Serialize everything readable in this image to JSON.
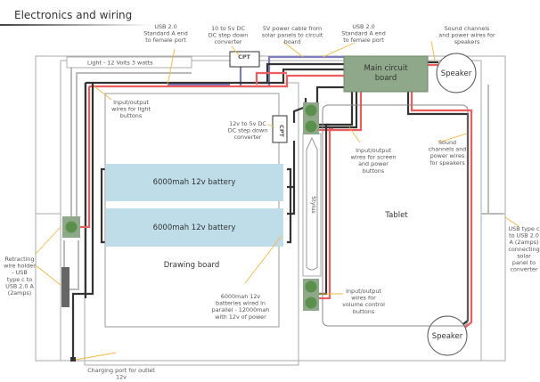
{
  "title": "Electronics and wiring",
  "colors": {
    "wire_black": "#333333",
    "wire_red": "#ee5d5d",
    "wire_blue": "#7c7cc0",
    "battery": "#bfdde8",
    "circuit_board": "#8fa88a",
    "button": "#5b8f4c",
    "leader": "#f4b73f"
  },
  "components": {
    "light": "Light - 12 Volts 3 watts",
    "main_board": [
      "Main circuit",
      "board"
    ],
    "speaker_top": "Speaker",
    "speaker_bottom": "Speaker",
    "battery_1": "6000mah 12v battery",
    "battery_2": "6000mah 12v battery",
    "drawing_board": "Drawing board",
    "tablet": "Tablet",
    "stylus": "Stylus",
    "converter_top": "CPT",
    "converter_side": "CPT"
  },
  "labels": {
    "usb_left": [
      "USB 2.0",
      "Standard A end",
      "to female port"
    ],
    "converter_10_5": [
      "10 to 5v DC",
      "DC step down",
      "converter"
    ],
    "solar_cable": [
      "5V power cable from",
      "solar panels to circuit",
      "board"
    ],
    "usb_right": [
      "USB 2.0",
      "Standard A end",
      "to female port"
    ],
    "sound_top": [
      "Sound channels",
      "and power wires for",
      "speakers"
    ],
    "light_buttons": [
      "Input/output",
      "wires for light",
      "buttons"
    ],
    "converter_12_5": [
      "12v to 5v DC",
      "DC step down",
      "converter"
    ],
    "screen_buttons": [
      "Input/output",
      "wires for screen",
      "and power",
      "buttons"
    ],
    "sound_side": [
      "Sound",
      "channels and",
      "power wires",
      "for speakers"
    ],
    "usb_c_solar": [
      "USB type c",
      "to USB 2.0",
      "A (2amps)",
      "connecting",
      "solar",
      "panel to",
      "converter"
    ],
    "retracting": [
      "Retracting",
      "wire holder",
      "- USB",
      "type c to",
      "USB 2.0 A",
      "(2amps)"
    ],
    "batteries_parallel": [
      "6000mah 12v",
      "batteries wired in",
      "parallel - 12000mah",
      "with 12v of power"
    ],
    "volume_buttons": [
      "Input/output",
      "wires for",
      "volume control",
      "buttons"
    ],
    "charging_port": [
      "Charging port for outlet",
      "12v"
    ]
  }
}
